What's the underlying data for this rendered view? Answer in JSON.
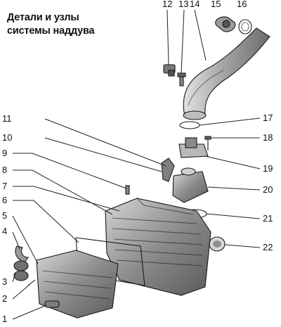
{
  "title": {
    "line1": "Детали и узлы",
    "line2": "системы наддува"
  },
  "callouts": [
    "1",
    "2",
    "3",
    "4",
    "5",
    "6",
    "7",
    "8",
    "9",
    "10",
    "11",
    "12",
    "13",
    "14",
    "15",
    "16",
    "17",
    "18",
    "19",
    "20",
    "21",
    "22"
  ]
}
